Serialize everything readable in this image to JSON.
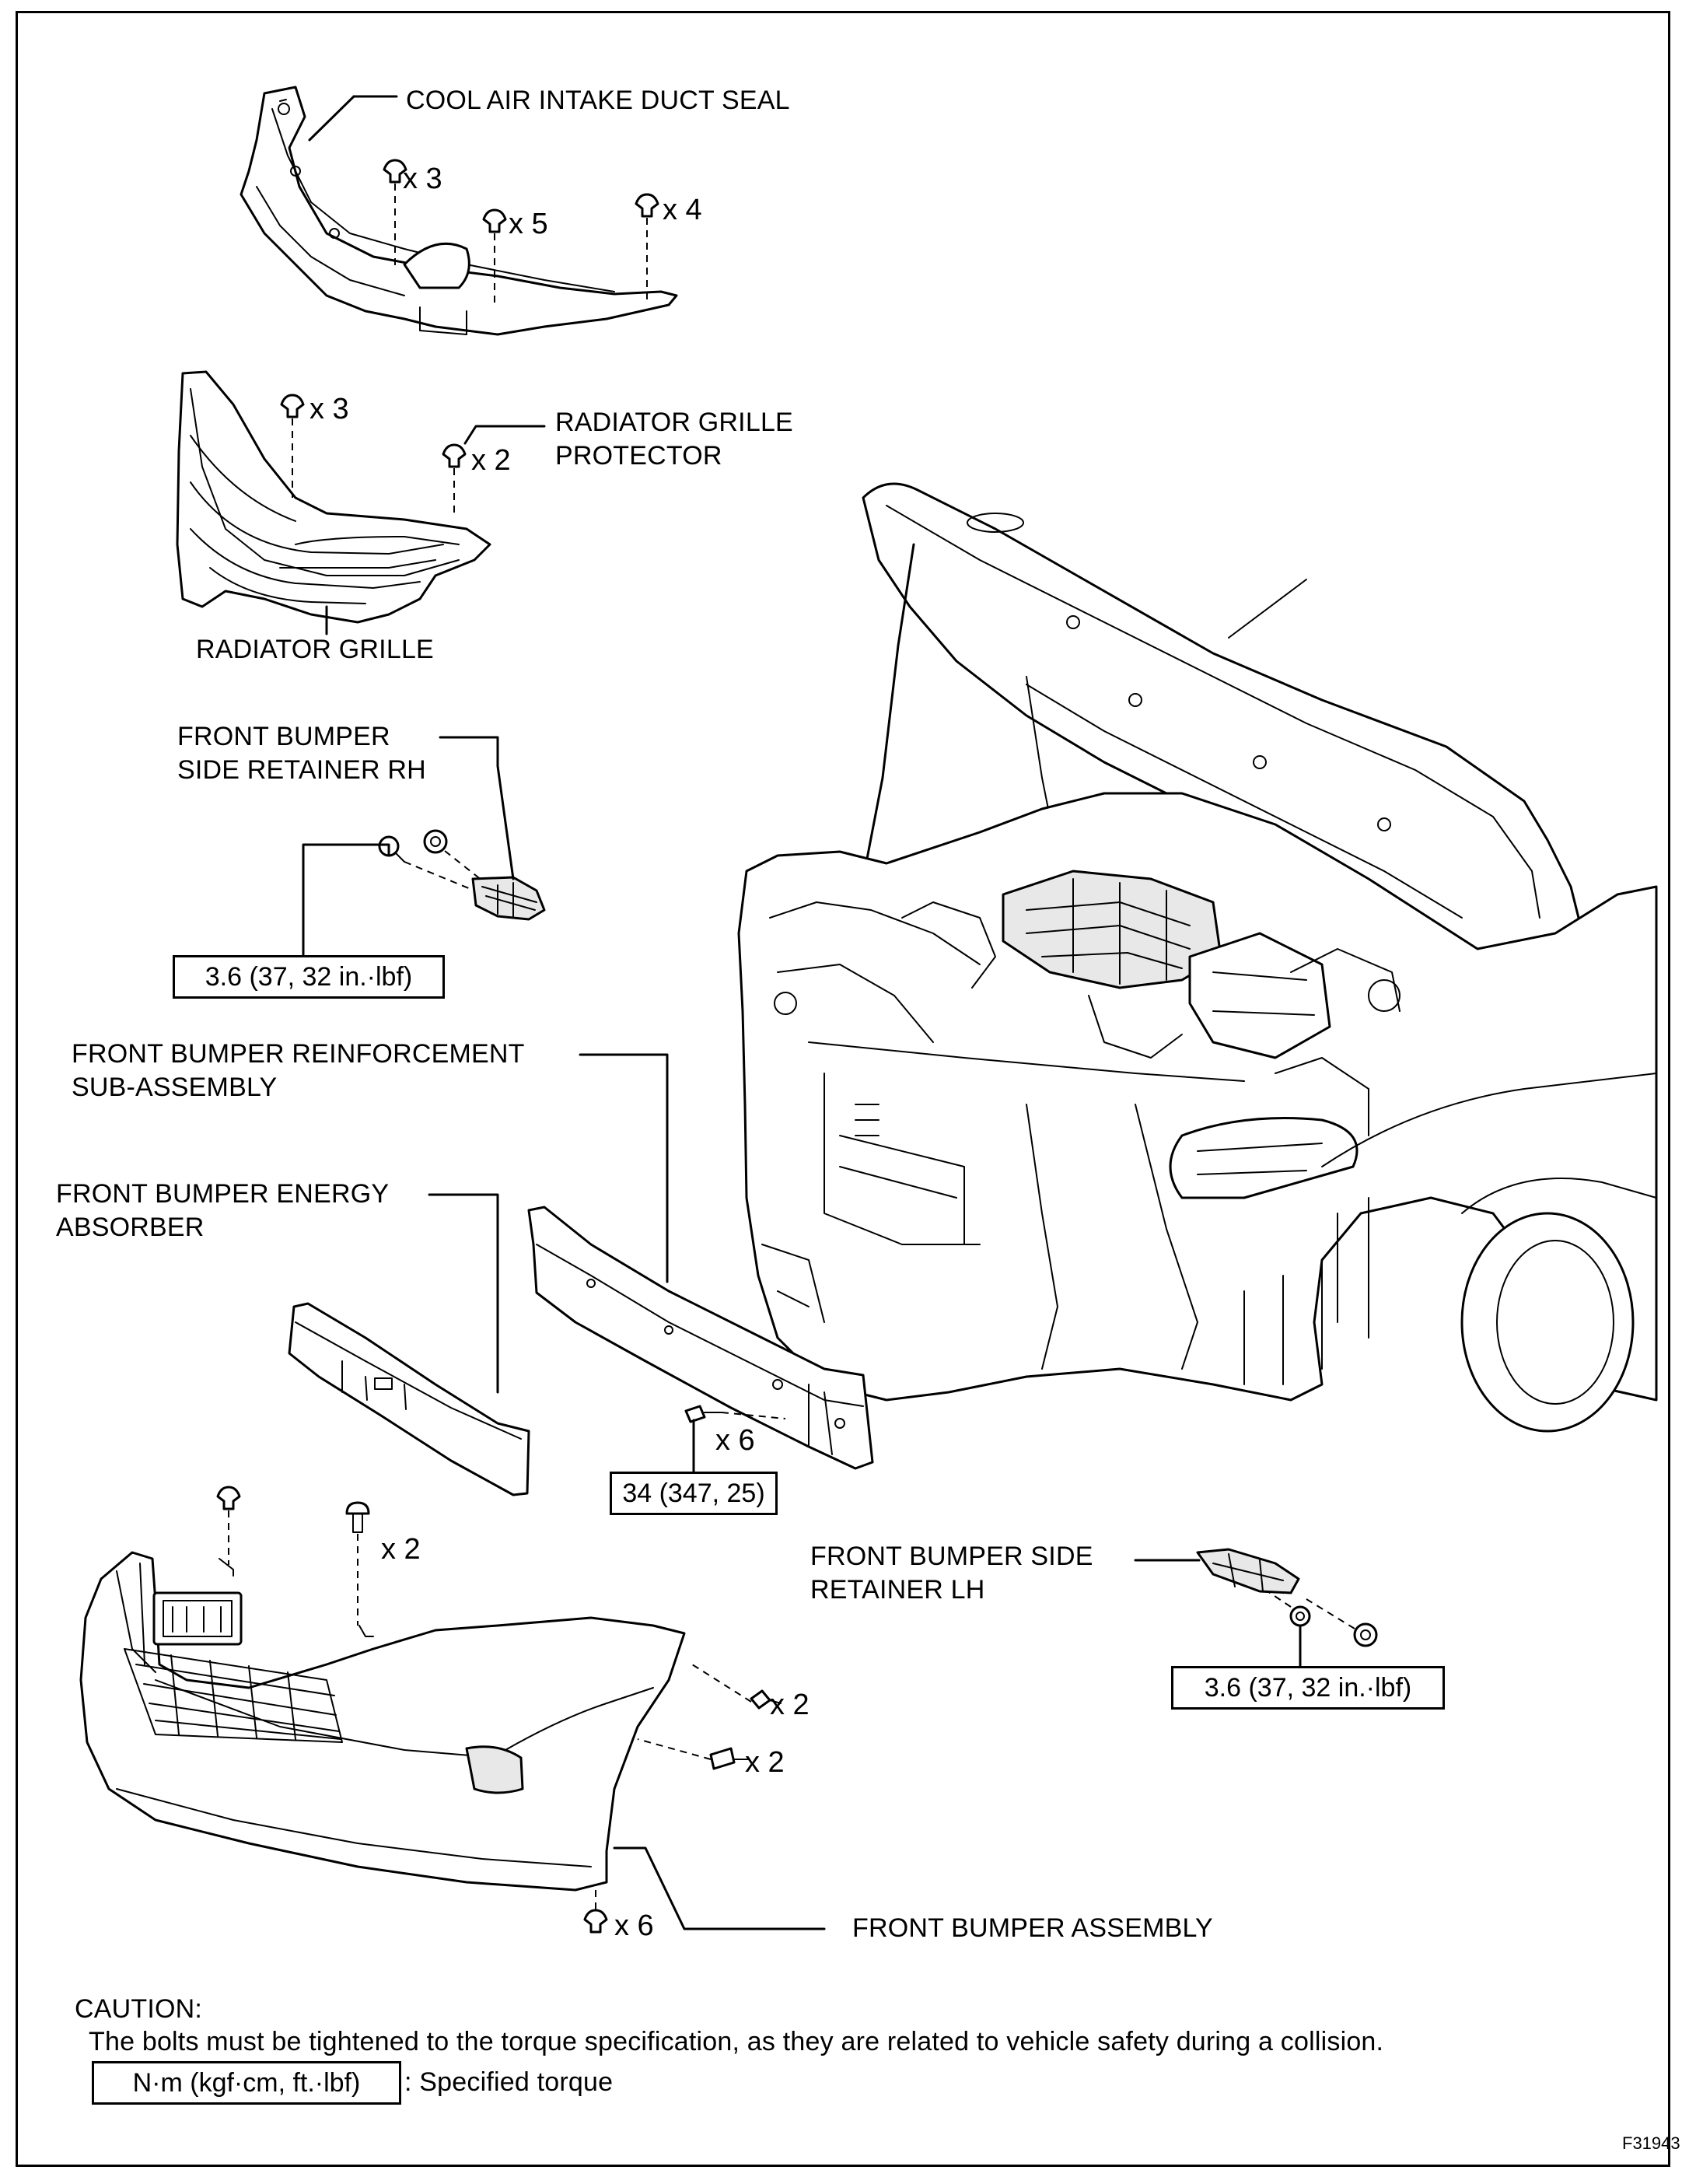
{
  "labels": {
    "intake_seal": "COOL AIR INTAKE DUCT SEAL",
    "grille_protector": "RADIATOR GRILLE\nPROTECTOR",
    "radiator_grille": "RADIATOR GRILLE",
    "side_retainer_rh": "FRONT BUMPER\nSIDE RETAINER RH",
    "reinforcement": "FRONT BUMPER REINFORCEMENT\nSUB-ASSEMBLY",
    "energy_absorber": "FRONT BUMPER ENERGY\nABSORBER",
    "side_retainer_lh": "FRONT BUMPER SIDE\nRETAINER LH",
    "bumper_assembly": "FRONT BUMPER ASSEMBLY"
  },
  "quantities": {
    "seal_clip_a": "x 3",
    "seal_clip_b": "x 5",
    "seal_clip_c": "x 4",
    "grille_clip_a": "x 3",
    "grille_clip_b": "x 2",
    "reinforcement_bolt": "x 6",
    "bumper_top_screw": "x 2",
    "bumper_side_screw": "x 2",
    "bumper_side_clip": "x 2",
    "bumper_bottom_clip": "x 6"
  },
  "torques": {
    "retainer_rh": "3.6 (37, 32 in.·lbf)",
    "reinforcement": "34 (347, 25)",
    "retainer_lh": "3.6 (37, 32 in.·lbf)"
  },
  "caution": {
    "heading": "CAUTION:",
    "text": "The bolts must be tightened to the torque specification, as they are related to vehicle safety during a collision."
  },
  "legend": {
    "box": "N·m (kgf·cm, ft.·lbf)",
    "text": ": Specified torque"
  },
  "figure_code": "F31943"
}
